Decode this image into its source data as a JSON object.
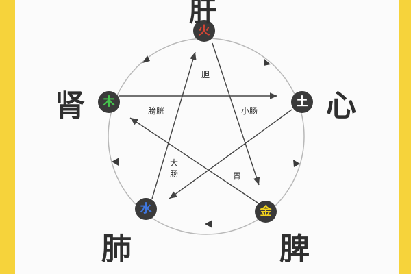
{
  "organs": {
    "top": "肝",
    "left": "肾",
    "right": "心",
    "bottom_left": "肺",
    "bottom_right": "脾"
  },
  "elements": {
    "fire": {
      "label": "火",
      "color": "#d64535"
    },
    "wood": {
      "label": "木",
      "color": "#46c44d"
    },
    "earth": {
      "label": "土",
      "color": "#ffffff"
    },
    "water": {
      "label": "水",
      "color": "#3f77e0"
    },
    "metal": {
      "label": "金",
      "color": "#f2d21e"
    }
  },
  "edge_labels": {
    "dan": "胆",
    "pangguang": "膀胱",
    "xiaochang": "小肠",
    "dachang": "大肠",
    "wei": "胃"
  },
  "colors": {
    "node_fill": "#3a3a3a",
    "line": "#444444",
    "accent_frame": "#f6d33b"
  }
}
